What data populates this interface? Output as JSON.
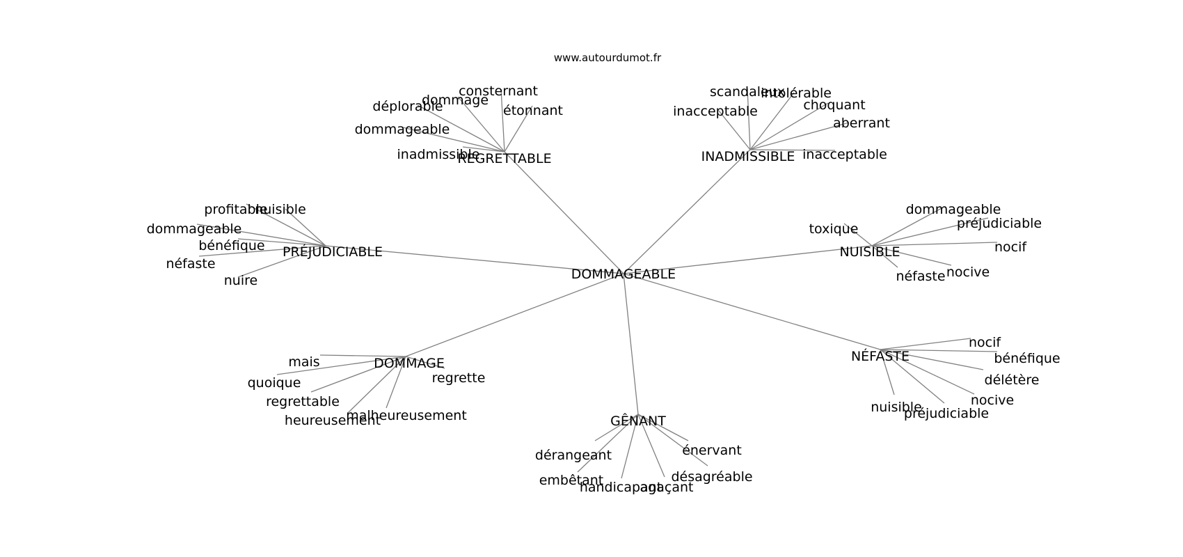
{
  "site": "www.autourdumot.fr",
  "center": "DOMMAGEABLE",
  "edge_color": "#808080",
  "hubs": [
    {
      "label": "REGRETTABLE",
      "leaves": [
        "consternant",
        "dommage",
        "déplorable",
        "étonnant",
        "dommageable",
        "inadmissible"
      ]
    },
    {
      "label": "INADMISSIBLE",
      "leaves": [
        "scandaleux",
        "intolérable",
        "inacceptable",
        "choquant",
        "aberrant",
        "inacceptable"
      ]
    },
    {
      "label": "PRÉJUDICIABLE",
      "leaves": [
        "profitable",
        "nuisible",
        "dommageable",
        "bénéfique",
        "néfaste",
        "nuire"
      ]
    },
    {
      "label": "NUISIBLE",
      "leaves": [
        "dommageable",
        "toxique",
        "préjudiciable",
        "nocif",
        "nocive",
        "néfaste"
      ]
    },
    {
      "label": "DOMMAGE",
      "leaves": [
        "mais",
        "regrette",
        "quoique",
        "regrettable",
        "malheureusement",
        "heureusement"
      ]
    },
    {
      "label": "NÉFASTE",
      "leaves": [
        "nocif",
        "bénéfique",
        "délétère",
        "nocive",
        "nuisible",
        "préjudiciable"
      ]
    },
    {
      "label": "GÊNANT",
      "leaves": [
        "énervant",
        "dérangeant",
        "désagréable",
        "embêtant",
        "handicapant",
        "agaçant"
      ]
    }
  ]
}
